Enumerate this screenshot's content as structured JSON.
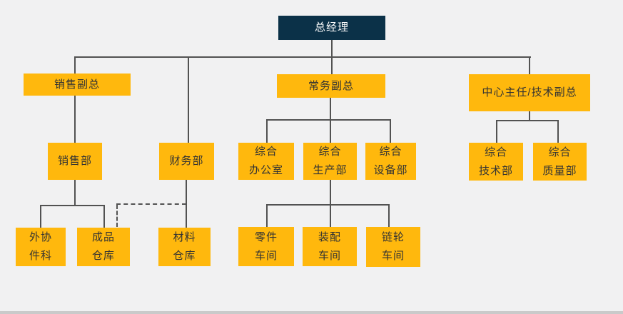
{
  "colors": {
    "background": "#f1f1f2",
    "root_bg": "#0b3148",
    "root_text": "#ffffff",
    "node_bg": "#ffb80d",
    "node_text": "#333333",
    "line": "#525252",
    "bottom_bar": "#cacaca"
  },
  "nodes": {
    "general_manager": "总经理",
    "sales_vp": "销售副总",
    "executive_vp": "常务副总",
    "center_director": "中心主任/技术副总",
    "sales_dept": "销售部",
    "finance_dept": "财务部",
    "general_office": "综合\n办公室",
    "production_dept": "综合\n生产部",
    "equipment_dept": "综合\n设备部",
    "technology_dept": "综合\n技术部",
    "quality_dept": "综合\n质量部",
    "outsourced_parts_section": "外协\n件科",
    "finished_goods_warehouse": "成品\n仓库",
    "material_warehouse": "材料\n仓库",
    "parts_workshop": "零件\n车间",
    "assembly_workshop": "装配\n车间",
    "sprocket_workshop": "链轮\n车间"
  }
}
